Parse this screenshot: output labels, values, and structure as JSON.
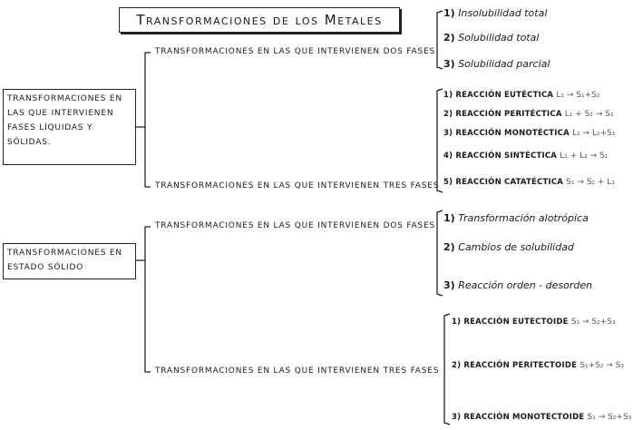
{
  "title": "Transformaciones de los Metales",
  "groups": [
    {
      "label": "Transformaciones en las que intervienen fases líquidas y sólidas.",
      "branches": [
        {
          "label": "Transformaciones en las que intervienen dos fases",
          "items": [
            {
              "num": "1)",
              "text": "Insolubilidad total"
            },
            {
              "num": "2)",
              "text": "Solubilidad total"
            },
            {
              "num": "3)",
              "text": "Solubilidad parcial"
            }
          ]
        },
        {
          "label": "Transformaciones en las que intervienen tres fases",
          "items": [
            {
              "num": "1)",
              "text": "Reacción eutéctica",
              "eq": "L₁ → S₁+S₂"
            },
            {
              "num": "2)",
              "text": "Reacción peritéctica",
              "eq": "L₁ + S₂ → S₁"
            },
            {
              "num": "3)",
              "text": "Reacción monotéctica",
              "eq": "L₁ → L₂+S₁"
            },
            {
              "num": "4)",
              "text": "Reacción sintéctica",
              "eq": "L₁ + L₂ → S₁"
            },
            {
              "num": "5)",
              "text": "Reacción catatéctica",
              "eq": "S₁ → S₂ + L₁"
            }
          ]
        }
      ]
    },
    {
      "label": "Transformaciones en estado sólido",
      "branches": [
        {
          "label": "Transformaciones en las que intervienen dos fases",
          "items": [
            {
              "num": "1)",
              "text": "Transformación alotrópica"
            },
            {
              "num": "2)",
              "text": "Cambios de solubilidad"
            },
            {
              "num": "3)",
              "text": "Reacción orden - desorden"
            }
          ]
        },
        {
          "label": "Transformaciones en las que intervienen tres fases",
          "items": [
            {
              "num": "1)",
              "text": "Reacción eutectoide",
              "eq": "S₁ → S₂+S₃"
            },
            {
              "num": "2)",
              "text": "Reacción peritectoide",
              "eq": "S₁+S₂ → S₃"
            },
            {
              "num": "3)",
              "text": "Reacción monotectoide",
              "eq": "S₁ → S₂+S₃"
            }
          ]
        }
      ]
    }
  ]
}
